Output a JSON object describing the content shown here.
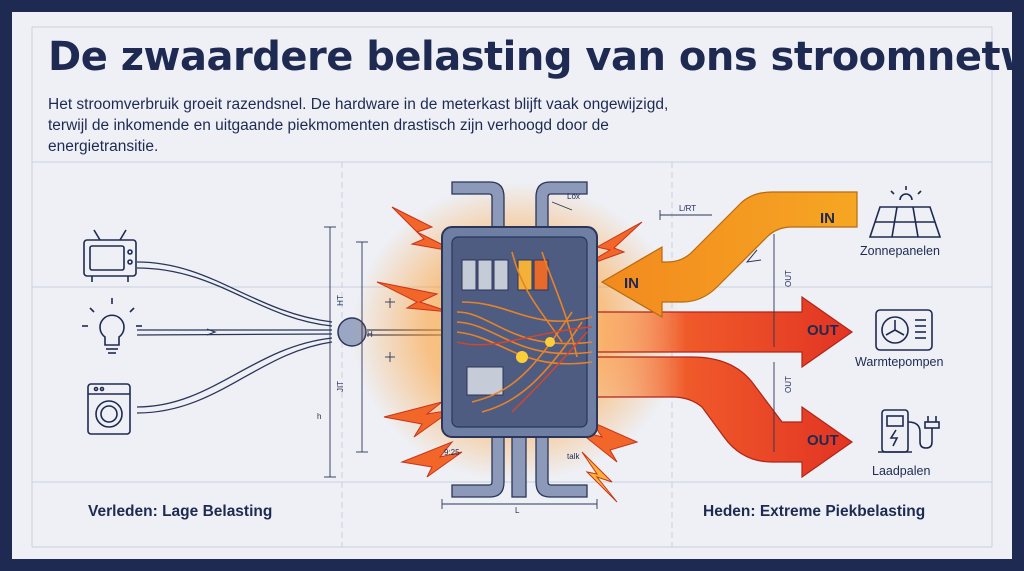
{
  "title": "De zwaardere belasting van ons stroomnetwerk",
  "subtitle": "Het stroomverbruik groeit razendsnel. De hardware in de meterkast blijft vaak ongewijzigd, terwijl de inkomende en uitgaande piekmomenten drastisch zijn verhoogd door de energietransitie.",
  "left_caption": "Verleden: Lage Belasting",
  "right_caption": "Heden: Extreme Piekbelasting",
  "arrows": [
    {
      "label": "IN",
      "color": "#f0a020"
    },
    {
      "label": "IN",
      "color": "#f0a020"
    },
    {
      "label": "OUT",
      "color": "#e83a28"
    },
    {
      "label": "OUT",
      "color": "#e83a28"
    }
  ],
  "devices_right": [
    {
      "label": "Zonnepanelen",
      "icon": "solar-panel-icon"
    },
    {
      "label": "Warmtepompen",
      "icon": "heat-pump-icon"
    },
    {
      "label": "Laadpalen",
      "icon": "ev-charger-icon"
    }
  ],
  "devices_left": [
    {
      "icon": "television-icon"
    },
    {
      "icon": "light-bulb-icon"
    },
    {
      "icon": "washing-machine-icon"
    }
  ],
  "annotations": {
    "lox": "Lox",
    "lrt": "L/RT",
    "out1": "OUT",
    "out2": "OUT",
    "ht": "HT",
    "h1": "H",
    "jit": "JIT",
    "h2": "h",
    "dim": "9:25",
    "talk": "talk",
    "l": "L"
  },
  "colors": {
    "navy": "#1e2a52",
    "background": "#eef0f6",
    "orange": "#f0a020",
    "red": "#e83a28",
    "box": "#5a6b8c"
  }
}
